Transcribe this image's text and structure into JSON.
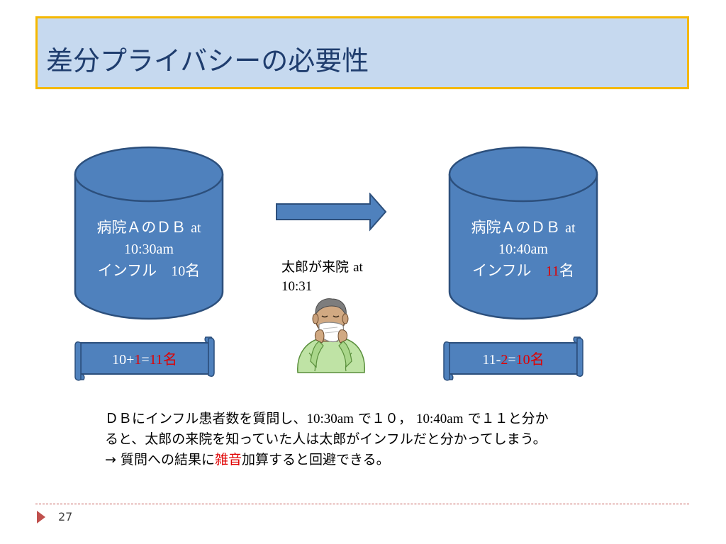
{
  "slide": {
    "title": "差分プライバシーの必要性",
    "page_number": "27"
  },
  "db_left": {
    "line1_jp": "病院ＡのＤＢ",
    "line1_en": "at",
    "line2": "10:30am",
    "line3_jp": "インフル",
    "count": "10",
    "unit": "名"
  },
  "db_right": {
    "line1_jp": "病院ＡのＤＢ",
    "line1_en": "at",
    "line2": "10:40am",
    "line3_jp": "インフル",
    "count": "11",
    "unit": "名"
  },
  "visit": {
    "label_jp": "太郎が来院",
    "label_en": "at",
    "time": "10:31"
  },
  "scroll_left": {
    "base": "10+",
    "noise": "1",
    "eq": "=",
    "result": "11",
    "unit": "名"
  },
  "scroll_right": {
    "base": "11-",
    "noise": "2",
    "eq": "=",
    "result": "10",
    "unit": "名"
  },
  "explanation": {
    "l1_a": "ＤＢにインフル患者数を質問し、",
    "l1_b": "10:30am",
    "l1_c": " で１０，",
    "l1_d": "10:40am",
    "l1_e": " で１１と分か",
    "l2": "ると、太郎の来院を知っていた人は太郎がインフルだと分かってしまう。",
    "l3_a": "→ 質問への結果に",
    "l3_noise": "雑音",
    "l3_b": "加算すると回避できる。"
  },
  "colors": {
    "title_bg": "#c6d9ef",
    "title_border": "#f5b800",
    "title_text": "#1f3d6e",
    "shape_fill": "#4f81bd",
    "shape_stroke": "#2c4f7c",
    "noise_red": "#e00000",
    "footer_accent": "#c0504d"
  },
  "icons": {
    "arrow": "right-arrow",
    "person": "sneezing-man-clipart",
    "db": "database-cylinder",
    "scroll": "scroll-banner"
  }
}
